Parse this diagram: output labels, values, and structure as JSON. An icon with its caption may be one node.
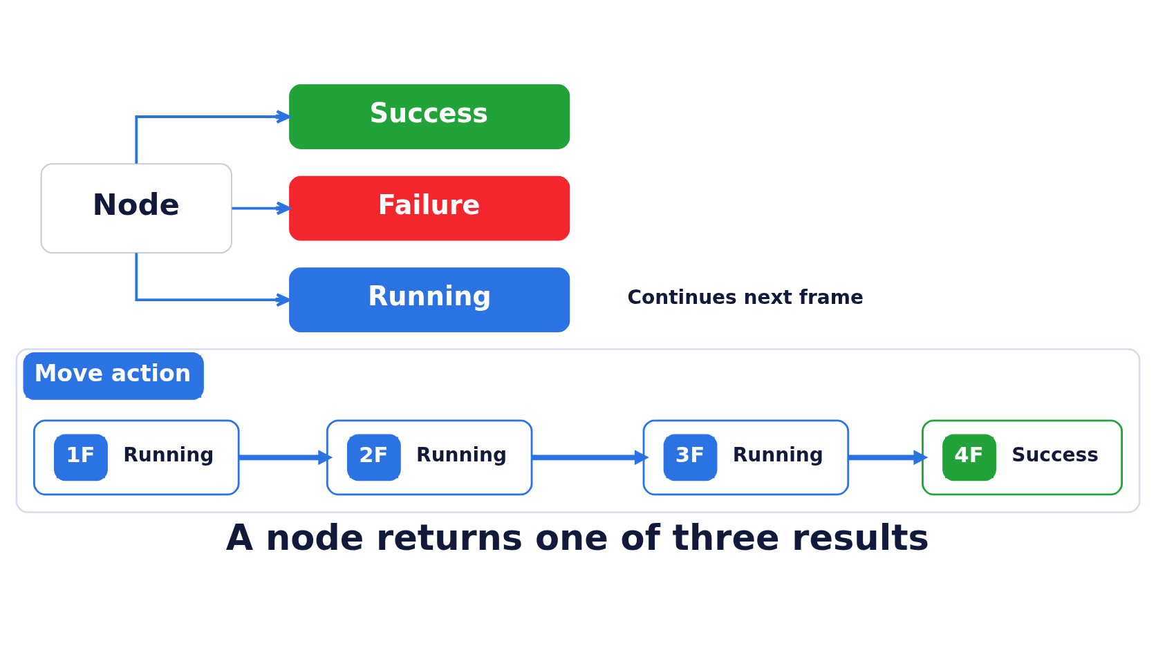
{
  "diagram": {
    "title": "A node returns one of three results",
    "nodes": [
      {
        "text": [
          "Node"
        ]
      },
      {
        "text": [
          "Success"
        ]
      },
      {
        "text": [
          "Failure"
        ]
      },
      {
        "text": [
          "Running"
        ],
        "beside": [
          "Continues next frame"
        ]
      },
      {
        "text": [
          "Move action"
        ]
      },
      {
        "text": [
          "1F",
          "Running"
        ],
        "in": 4
      },
      {
        "text": [
          "2F",
          "Running"
        ],
        "in": 4
      },
      {
        "text": [
          "3F",
          "Running"
        ],
        "in": 4
      },
      {
        "text": [
          "4F",
          "Success"
        ],
        "in": 4
      }
    ],
    "edges": [
      {
        "from": 0,
        "to": 1,
        "arrow": "to"
      },
      {
        "from": 0,
        "to": 2,
        "arrow": "to"
      },
      {
        "from": 0,
        "to": 3,
        "arrow": "to"
      },
      {
        "from": 5,
        "to": 6,
        "arrow": "to",
        "style": "thick"
      },
      {
        "from": 6,
        "to": 7,
        "arrow": "to",
        "style": "thick"
      },
      {
        "from": 7,
        "to": 8,
        "arrow": "to",
        "style": "thick"
      }
    ]
  }
}
